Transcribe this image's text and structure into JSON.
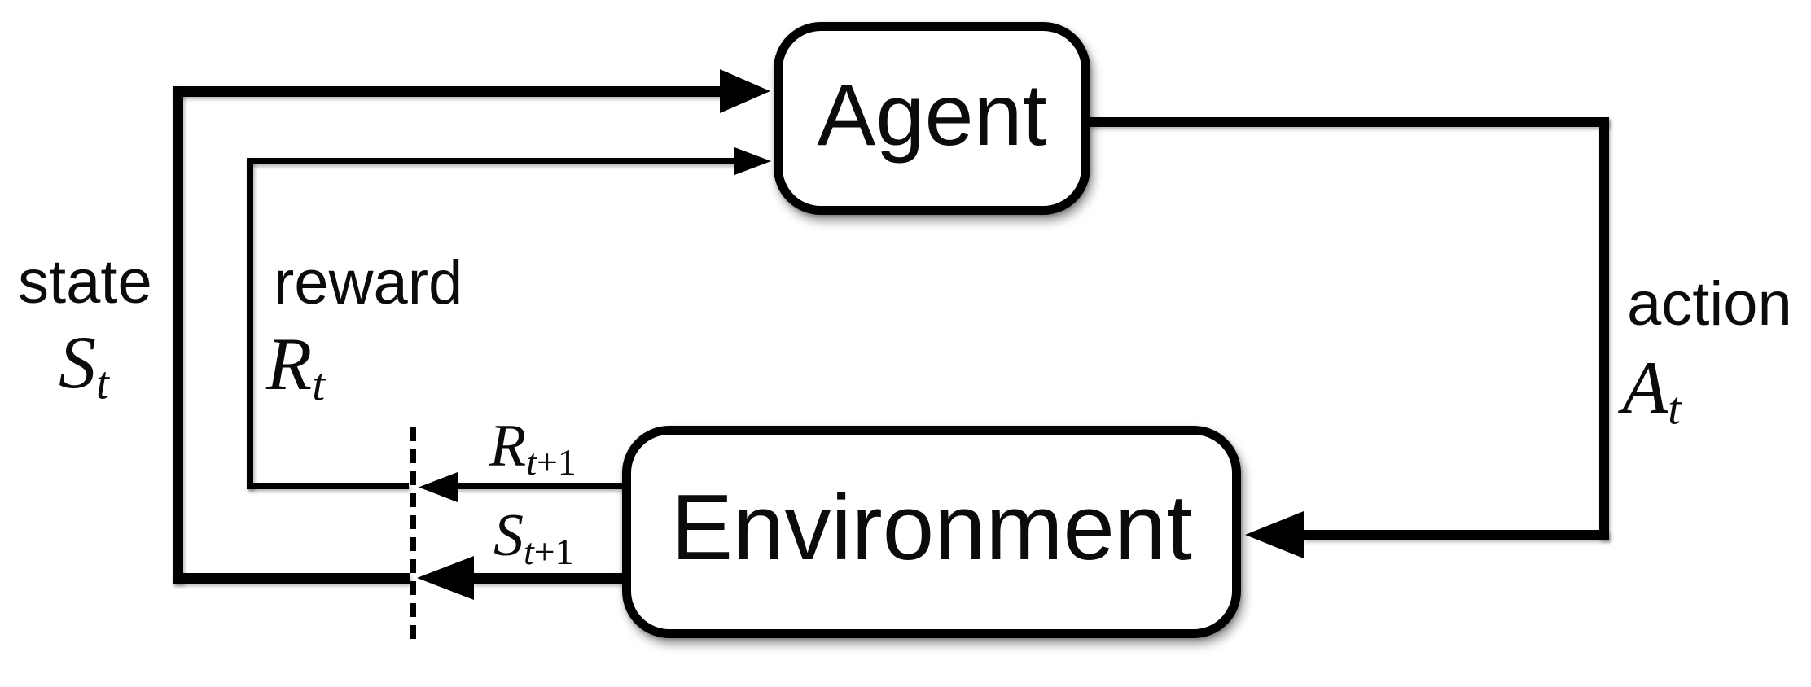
{
  "figure": {
    "nodes": {
      "agent": {
        "label": "Agent"
      },
      "environment": {
        "label": "Environment"
      }
    },
    "labels": {
      "state": {
        "word": "state",
        "base": "S",
        "sub": "t"
      },
      "reward": {
        "word": "reward",
        "base": "R",
        "sub": "t"
      },
      "action": {
        "word": "action",
        "base": "A",
        "sub": "t"
      },
      "reward_next": {
        "base": "R",
        "sub_var": "t",
        "sub_offset": "+1"
      },
      "state_next": {
        "base": "S",
        "sub_var": "t",
        "sub_offset": "+1"
      }
    },
    "colors": {
      "line": "#000000",
      "text": "#0b0b0b",
      "background": "#ffffff"
    }
  }
}
